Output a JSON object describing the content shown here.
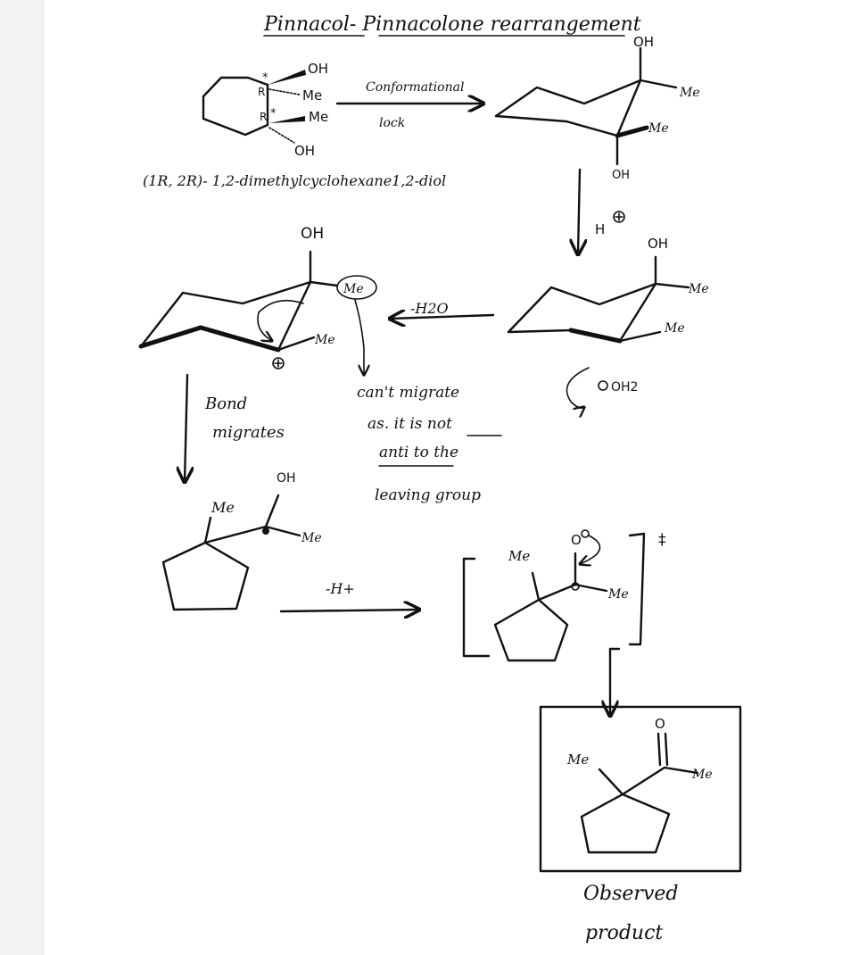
{
  "title": "Pinnacol- Pinnacolone rearrangement",
  "steps": {
    "conformational_lock": {
      "line1": "Conformational",
      "line2": "lock"
    },
    "protonation": "H",
    "water_loss": "-H2O",
    "bond_migrates": {
      "line1": "Bond",
      "line2": "migrates"
    },
    "deprotonation": "-H+"
  },
  "start_name": "(1R, 2R)- 1,2-dimethylcyclohexane1,2-diol",
  "stereo": {
    "R": "R"
  },
  "groups": {
    "oh": "OH",
    "me": "Me",
    "oh2": "OH2",
    "o": "O"
  },
  "note": {
    "line1": "can't migrate",
    "line2": "as. it is not",
    "line3": "anti to the",
    "line4": "leaving group"
  },
  "product_label": {
    "line1": "Observed",
    "line2": "product"
  },
  "colors": {
    "ink": "#111111",
    "paper": "#ffffff",
    "margin": "#f2f2f2"
  }
}
